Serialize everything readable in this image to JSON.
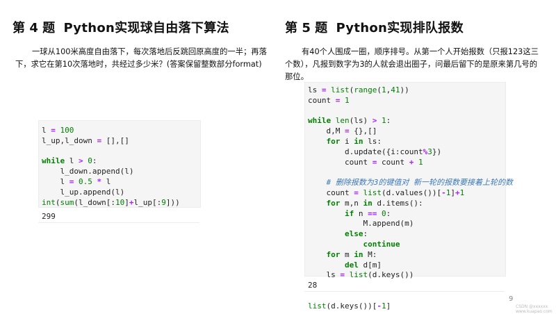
{
  "left": {
    "title_prefix": "第",
    "title_num": "4",
    "title_suffix": "题",
    "title_text": "Python实现球自由落下算法",
    "paragraph": "一球从100米高度自由落下，每次落地后反跳回原高度的一半；再落下，求它在第10次落地时，共经过多少米？(答案保留整数部分format)",
    "code_lines": [
      "l = 100",
      "l_up,l_down = [],[]",
      "",
      "while l > 0:",
      "    l_down.append(l)",
      "    l = 0.5 * l",
      "    l_up.append(l)",
      "int(sum(l_down[:10]+l_up[:9]))"
    ],
    "output": "299"
  },
  "right": {
    "title_prefix": "第",
    "title_num": "5",
    "title_suffix": "题",
    "title_text": "Python实现排队报数",
    "paragraph": "有40个人围成一圈，顺序排号。从第一个人开始报数（只报123这三个数），凡报到数字为3的人就会退出圈子，问最后留下的是原来第几号的那位。",
    "code_lines": [
      "ls = list(range(1,41))",
      "count = 1",
      "",
      "while len(ls) > 1:",
      "    d,M = {},[]",
      "    for i in ls:",
      "        d.update({i:count%3})",
      "        count = count + 1",
      "",
      "    # 删除报数为3的键值对 新一轮的报数要接着上轮的数",
      "    count = list(d.values())[-1]+1",
      "    for m,n in d.items():",
      "        if n == 0:",
      "            M.append(m)",
      "        else:",
      "            continue",
      "    for m in M:",
      "        del d[m]",
      "    ls = list(d.keys())",
      "",
      "",
      "list(d.keys())[-1]"
    ],
    "output": "28"
  },
  "page_number": "9",
  "watermark": "CSDN @xxxxxx\nwww.kuapao.com"
}
